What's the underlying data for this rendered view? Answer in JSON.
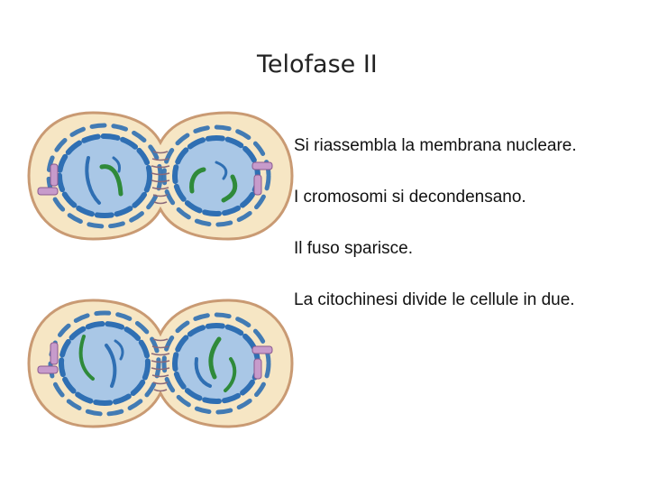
{
  "slide": {
    "title": "Telofase II",
    "bullets": [
      "Si riassembla la membrana nucleare.",
      "I cromosomi si decondensano.",
      "Il fuso sparisce.",
      "La citochinesi divide le cellule in due."
    ]
  },
  "colors": {
    "cytoplasm": "#f6e6c4",
    "cell_membrane": "#c99a73",
    "nucleus": "#a9c7e6",
    "nuclear_envelope": "#2f6fb3",
    "chromosome": "#2f8a3a",
    "centriole": "#c79bcb",
    "cleavage_fibers": "#8a6a7a"
  }
}
